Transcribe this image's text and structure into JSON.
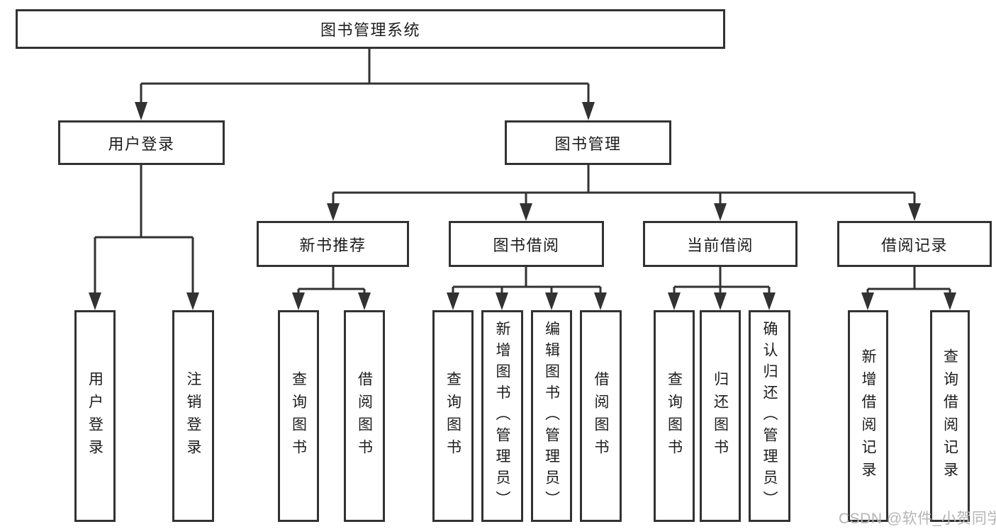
{
  "diagram_title": "图书管理系统",
  "tree": {
    "root": {
      "label": "图书管理系统",
      "children": [
        {
          "label": "用户登录",
          "children": [
            {
              "label": "用户登录"
            },
            {
              "label": "注销登录"
            }
          ]
        },
        {
          "label": "图书管理",
          "children": [
            {
              "label": "新书推荐",
              "children": [
                {
                  "label": "查询图书"
                },
                {
                  "label": "借阅图书"
                }
              ]
            },
            {
              "label": "图书借阅",
              "children": [
                {
                  "label": "查询图书"
                },
                {
                  "label": "新增图书（管理员）"
                },
                {
                  "label": "编辑图书（管理员）"
                },
                {
                  "label": "借阅图书"
                }
              ]
            },
            {
              "label": "当前借阅",
              "children": [
                {
                  "label": "查询图书"
                },
                {
                  "label": "归还图书"
                },
                {
                  "label": "确认归还（管理员）"
                }
              ]
            },
            {
              "label": "借阅记录",
              "children": [
                {
                  "label": "新增借阅记录"
                },
                {
                  "label": "查询借阅记录"
                }
              ]
            }
          ]
        }
      ]
    }
  },
  "colors": {
    "line": "#323232",
    "box_border": "#323232",
    "box_fill": "#ffffff",
    "text": "#1c1c1c",
    "watermark": "#b4b4b4"
  },
  "watermark": {
    "text": "CSDN @软件_小贺同学"
  }
}
